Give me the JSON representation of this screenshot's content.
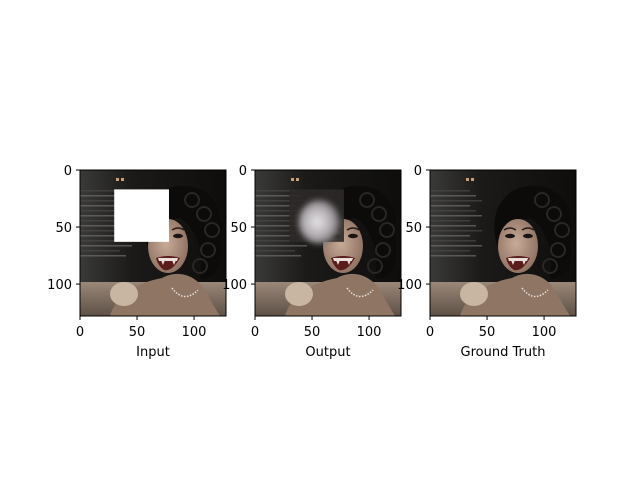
{
  "panels": [
    {
      "label": "Input",
      "image": "portrait-with-white-mask",
      "mask": "solid-white-square",
      "x_ticks": [
        "0",
        "50",
        "100"
      ],
      "y_ticks": [
        "0",
        "50",
        "100"
      ]
    },
    {
      "label": "Output",
      "image": "portrait-inpainted-blurry",
      "mask": "blurred-fill",
      "x_ticks": [
        "0",
        "50",
        "100"
      ],
      "y_ticks": [
        "0",
        "50",
        "100"
      ]
    },
    {
      "label": "Ground Truth",
      "image": "portrait-original",
      "mask": "none",
      "x_ticks": [
        "0",
        "50",
        "100"
      ],
      "y_ticks": [
        "0",
        "50",
        "100"
      ]
    }
  ],
  "axis_range": [
    0,
    128
  ],
  "colors": {
    "background": "#ffffff",
    "scene_dark": "#141210",
    "hair": "#0d0b0a",
    "skin": "#a88a78",
    "skin_highlight": "#c8ab98",
    "mouth": "#5a1d1c",
    "teeth": "#e8e0d8",
    "shoulder": "#c9b6a2",
    "floor": "#7c6a5c",
    "mask_white": "#ffffff"
  }
}
